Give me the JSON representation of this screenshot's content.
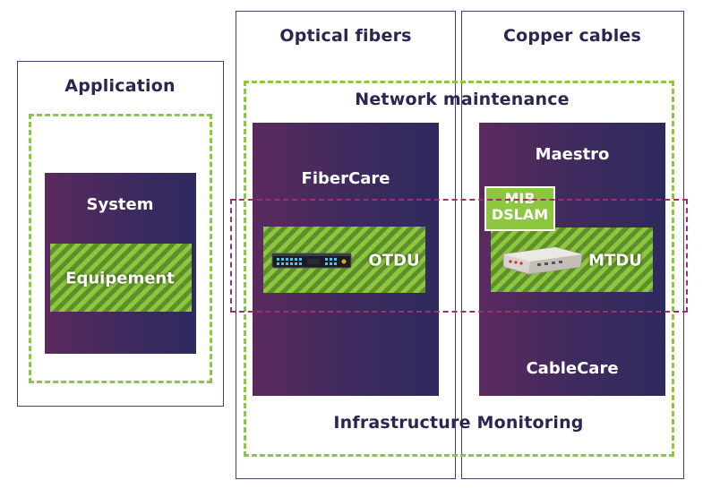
{
  "columns": {
    "application": "Application",
    "optical_fibers": "Optical fibers",
    "copper_cables": "Copper cables"
  },
  "zones": {
    "network_maintenance": "Network maintenance",
    "infrastructure_monitoring": "Infrastructure Monitoring"
  },
  "panels": {
    "system": "System",
    "equipement": "Equipement",
    "fibercare": "FiberCare",
    "otdu": "OTDU",
    "maestro": "Maestro",
    "mib": "MIB",
    "dslam": "DSLAM",
    "mtdu": "MTDU",
    "cablecare": "CableCare"
  },
  "colors": {
    "frame": "#4a3f6b",
    "dashed_green": "#8dc63f",
    "dashed_red": "#a0306a",
    "panel_gradient_start": "#5a2a5e",
    "panel_gradient_end": "#2e2a5e",
    "label_text": "#2e2450"
  }
}
